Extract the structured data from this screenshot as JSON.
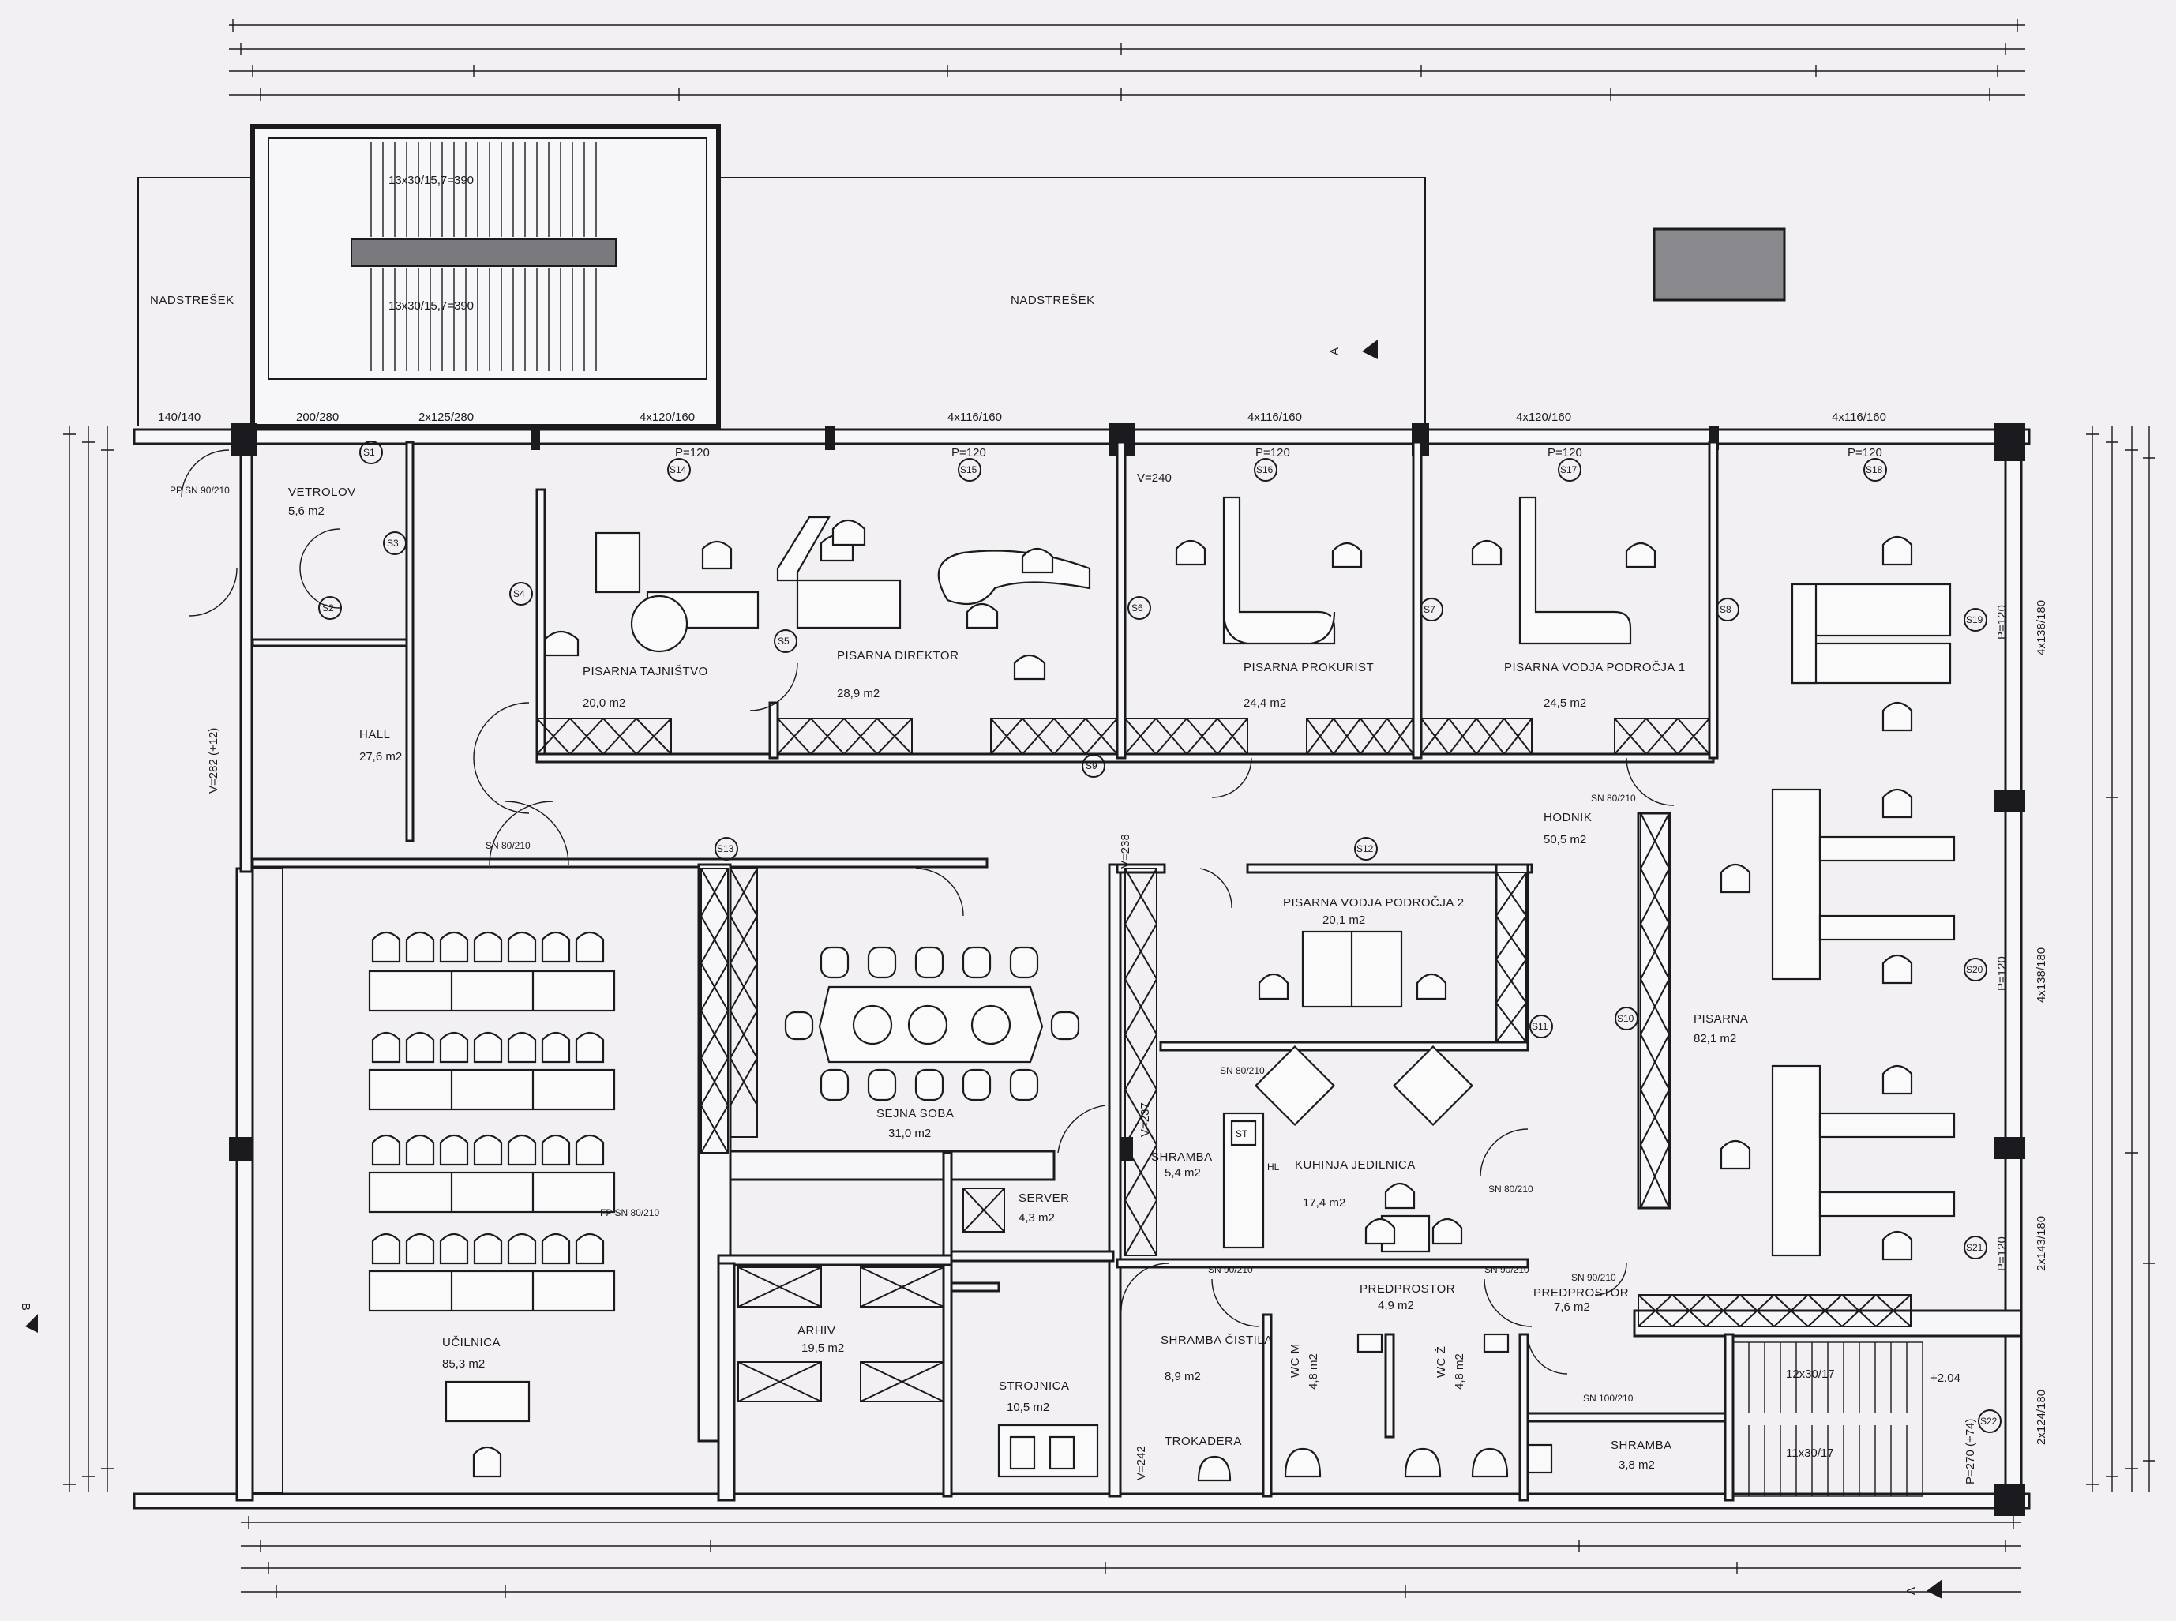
{
  "rooms": [
    {
      "name": "NADSTREŠEK",
      "area": ""
    },
    {
      "name": "NADSTREŠEK",
      "area": ""
    },
    {
      "name": "VETROLOV",
      "area": "5,6 m2"
    },
    {
      "name": "HALL",
      "area": "27,6 m2"
    },
    {
      "name": "PISARNA TAJNIŠTVO",
      "area": "20,0 m2"
    },
    {
      "name": "PISARNA DIREKTOR",
      "area": "28,9 m2"
    },
    {
      "name": "PISARNA PROKURIST",
      "area": "24,4 m2"
    },
    {
      "name": "PISARNA VODJA PODROČJA 1",
      "area": "24,5 m2"
    },
    {
      "name": "HODNIK",
      "area": "50,5 m2"
    },
    {
      "name": "PISARNA",
      "area": "82,1 m2"
    },
    {
      "name": "PISARNA VODJA PODROČJA 2",
      "area": "20,1 m2"
    },
    {
      "name": "SEJNA SOBA",
      "area": "31,0 m2"
    },
    {
      "name": "UČILNICA",
      "area": "85,3 m2"
    },
    {
      "name": "SERVER",
      "area": "4,3 m2"
    },
    {
      "name": "ARHIV",
      "area": "19,5 m2"
    },
    {
      "name": "STROJNICA",
      "area": "10,5 m2"
    },
    {
      "name": "SHRAMBA",
      "area": "5,4 m2"
    },
    {
      "name": "KUHINJA JEDILNICA",
      "area": "17,4 m2"
    },
    {
      "name": "SHRAMBA ČISTILA",
      "area": "8,9 m2"
    },
    {
      "name": "TROKADERA",
      "area": ""
    },
    {
      "name": "PREDPROSTOR",
      "area": "4,9 m2"
    },
    {
      "name": "WC M",
      "area": "4,8 m2"
    },
    {
      "name": "WC Ž",
      "area": "4,8 m2"
    },
    {
      "name": "PREDPROSTOR",
      "area": "7,6 m2"
    },
    {
      "name": "SHRAMBA",
      "area": "3,8 m2"
    }
  ],
  "stairs": [
    "13x30/15,7=390",
    "13x30/15,7=390",
    "12x30/17",
    "11x30/17"
  ],
  "window_dims": [
    "140/140",
    "200/280",
    "2x125/280",
    "4x120/160",
    "4x116/160",
    "4x116/160",
    "4x120/160",
    "4x116/160",
    "4x138/180",
    "4x138/180",
    "2x143/180",
    "2x124/180"
  ],
  "parapets": [
    "P=120",
    "P=120",
    "P=120",
    "P=120",
    "P=120",
    "P=120",
    "P=120",
    "P=120"
  ],
  "levels": [
    "V=282 (+12)",
    "V=240",
    "V=238",
    "V=237",
    "V=242",
    "P=270 (+74)",
    "+2.04"
  ],
  "section_marks": [
    "A",
    "A",
    "B"
  ],
  "tags": [
    "S1",
    "S2",
    "S3",
    "S4",
    "S5",
    "S6",
    "S7",
    "S8",
    "S9",
    "S10",
    "S11",
    "S12",
    "S13",
    "S14",
    "S15",
    "S16",
    "S17",
    "S18",
    "S19",
    "S20",
    "S21",
    "S22"
  ],
  "door_labels": [
    "SN 80/210",
    "SN 90/210",
    "FP SN 80/210",
    "SN 100/210",
    "PP SN 90/210"
  ],
  "fixtures": {
    "st": "ST",
    "hl": "HL"
  }
}
